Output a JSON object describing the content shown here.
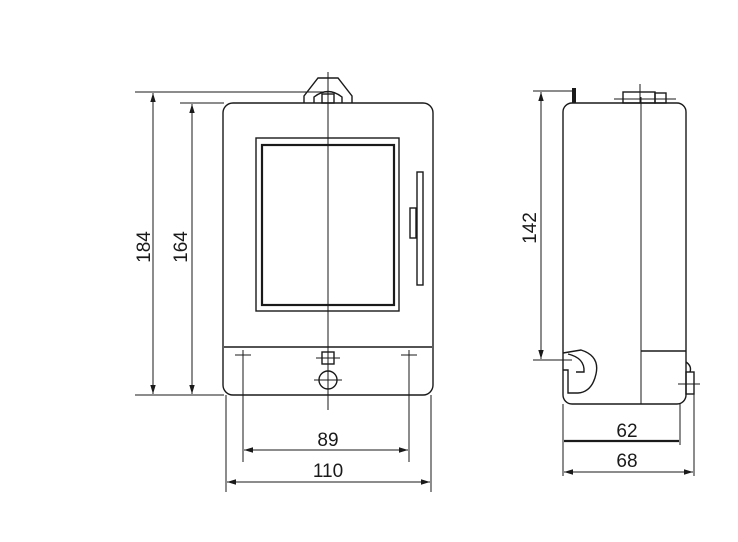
{
  "dimensions": {
    "front_height_total": "184",
    "front_height_body": "164",
    "front_mount_spacing": "89",
    "front_width": "110",
    "side_height": "142",
    "side_depth_inner": "62",
    "side_depth_total": "68"
  }
}
